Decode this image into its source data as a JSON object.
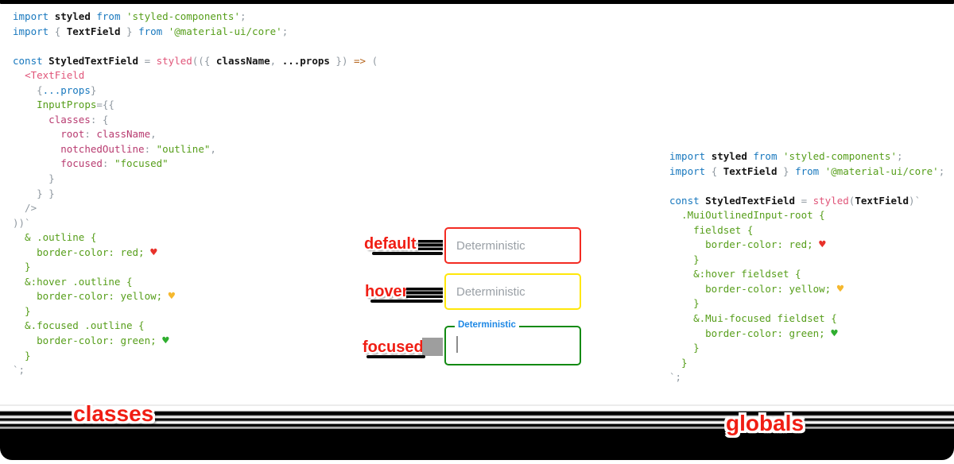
{
  "colors": {
    "keyword_blue": "#1878be",
    "string_green": "#569e1a",
    "pink": "#e05579",
    "magenta": "#b83b70",
    "punct_gray": "#9099a1",
    "arrow_orange": "#b5651d",
    "annotation_red": "#f01e14",
    "field_border_default": "#f32b22",
    "field_border_hover": "#ffe70a",
    "field_border_focused": "#128a12",
    "float_label_blue": "#1e88e5",
    "placeholder_gray": "#9aa0a6"
  },
  "left_code": {
    "lines": [
      [
        [
          "b",
          "import "
        ],
        [
          "k",
          "styled"
        ],
        [
          "b",
          " from "
        ],
        [
          "g",
          "'styled-components'"
        ],
        [
          "y",
          ";"
        ]
      ],
      [
        [
          "b",
          "import "
        ],
        [
          "y",
          "{ "
        ],
        [
          "k",
          "TextField"
        ],
        [
          "y",
          " } "
        ],
        [
          "b",
          "from "
        ],
        [
          "g",
          "'@material-ui/core'"
        ],
        [
          "y",
          ";"
        ]
      ],
      [],
      [
        [
          "b",
          "const "
        ],
        [
          "k",
          "StyledTextField"
        ],
        [
          "y",
          " = "
        ],
        [
          "p",
          "styled"
        ],
        [
          "y",
          "(({ "
        ],
        [
          "k",
          "className"
        ],
        [
          "y",
          ", "
        ],
        [
          "k",
          "...props"
        ],
        [
          "y",
          " }) "
        ],
        [
          "o",
          "=>"
        ],
        [
          "y",
          " ("
        ]
      ],
      [
        [
          "y",
          "  "
        ],
        [
          "p",
          "<TextField"
        ]
      ],
      [
        [
          "y",
          "    {"
        ],
        [
          "b",
          "...props"
        ],
        [
          "y",
          "}"
        ]
      ],
      [
        [
          "y",
          "    "
        ],
        [
          "g",
          "InputProps"
        ],
        [
          "y",
          "={{"
        ]
      ],
      [
        [
          "y",
          "      "
        ],
        [
          "m",
          "classes"
        ],
        [
          "y",
          ": {"
        ]
      ],
      [
        [
          "y",
          "        "
        ],
        [
          "m",
          "root"
        ],
        [
          "y",
          ": "
        ],
        [
          "m",
          "className"
        ],
        [
          "y",
          ","
        ]
      ],
      [
        [
          "y",
          "        "
        ],
        [
          "m",
          "notchedOutline"
        ],
        [
          "y",
          ": "
        ],
        [
          "g",
          "\"outline\""
        ],
        [
          "y",
          ","
        ]
      ],
      [
        [
          "y",
          "        "
        ],
        [
          "m",
          "focused"
        ],
        [
          "y",
          ": "
        ],
        [
          "g",
          "\"focused\""
        ]
      ],
      [
        [
          "y",
          "      }"
        ]
      ],
      [
        [
          "y",
          "    } }"
        ]
      ],
      [
        [
          "y",
          "  />"
        ]
      ],
      [
        [
          "y",
          "))`"
        ]
      ],
      [
        [
          "g",
          "  & .outline {"
        ]
      ],
      [
        [
          "g",
          "    border-color: red; "
        ],
        [
          "hr",
          "♥"
        ]
      ],
      [
        [
          "g",
          "  }"
        ]
      ],
      [
        [
          "g",
          "  &:hover .outline {"
        ]
      ],
      [
        [
          "g",
          "    border-color: yellow; "
        ],
        [
          "hy",
          "♥"
        ]
      ],
      [
        [
          "g",
          "  }"
        ]
      ],
      [
        [
          "g",
          "  &.focused .outline {"
        ]
      ],
      [
        [
          "g",
          "    border-color: green; "
        ],
        [
          "hg",
          "♥"
        ]
      ],
      [
        [
          "g",
          "  }"
        ]
      ],
      [
        [
          "y",
          "`;"
        ]
      ]
    ]
  },
  "right_code": {
    "lines": [
      [
        [
          "b",
          "import "
        ],
        [
          "k",
          "styled"
        ],
        [
          "b",
          " from "
        ],
        [
          "g",
          "'styled-components'"
        ],
        [
          "y",
          ";"
        ]
      ],
      [
        [
          "b",
          "import "
        ],
        [
          "y",
          "{ "
        ],
        [
          "k",
          "TextField"
        ],
        [
          "y",
          " } "
        ],
        [
          "b",
          "from "
        ],
        [
          "g",
          "'@material-ui/core'"
        ],
        [
          "y",
          ";"
        ]
      ],
      [],
      [
        [
          "b",
          "const "
        ],
        [
          "k",
          "StyledTextField"
        ],
        [
          "y",
          " = "
        ],
        [
          "p",
          "styled"
        ],
        [
          "y",
          "("
        ],
        [
          "k",
          "TextField"
        ],
        [
          "y",
          ")`"
        ]
      ],
      [
        [
          "g",
          "  .MuiOutlinedInput-root {"
        ]
      ],
      [
        [
          "g",
          "    fieldset {"
        ]
      ],
      [
        [
          "g",
          "      border-color: red; "
        ],
        [
          "hr",
          "♥"
        ]
      ],
      [
        [
          "g",
          "    }"
        ]
      ],
      [
        [
          "g",
          "    &:hover fieldset {"
        ]
      ],
      [
        [
          "g",
          "      border-color: yellow; "
        ],
        [
          "hy",
          "♥"
        ]
      ],
      [
        [
          "g",
          "    }"
        ]
      ],
      [
        [
          "g",
          "    &.Mui-focused fieldset {"
        ]
      ],
      [
        [
          "g",
          "      border-color: green; "
        ],
        [
          "hg",
          "♥"
        ]
      ],
      [
        [
          "g",
          "    }"
        ]
      ],
      [
        [
          "g",
          "  }"
        ]
      ],
      [
        [
          "y",
          "`;"
        ]
      ]
    ]
  },
  "fields": {
    "default": {
      "label": "default",
      "placeholder": "Deterministic"
    },
    "hover": {
      "label": "hover",
      "placeholder": "Deterministic"
    },
    "focused": {
      "label": "focused",
      "float_label": "Deterministic"
    }
  },
  "captions": {
    "left": "classes",
    "right": "globals"
  }
}
